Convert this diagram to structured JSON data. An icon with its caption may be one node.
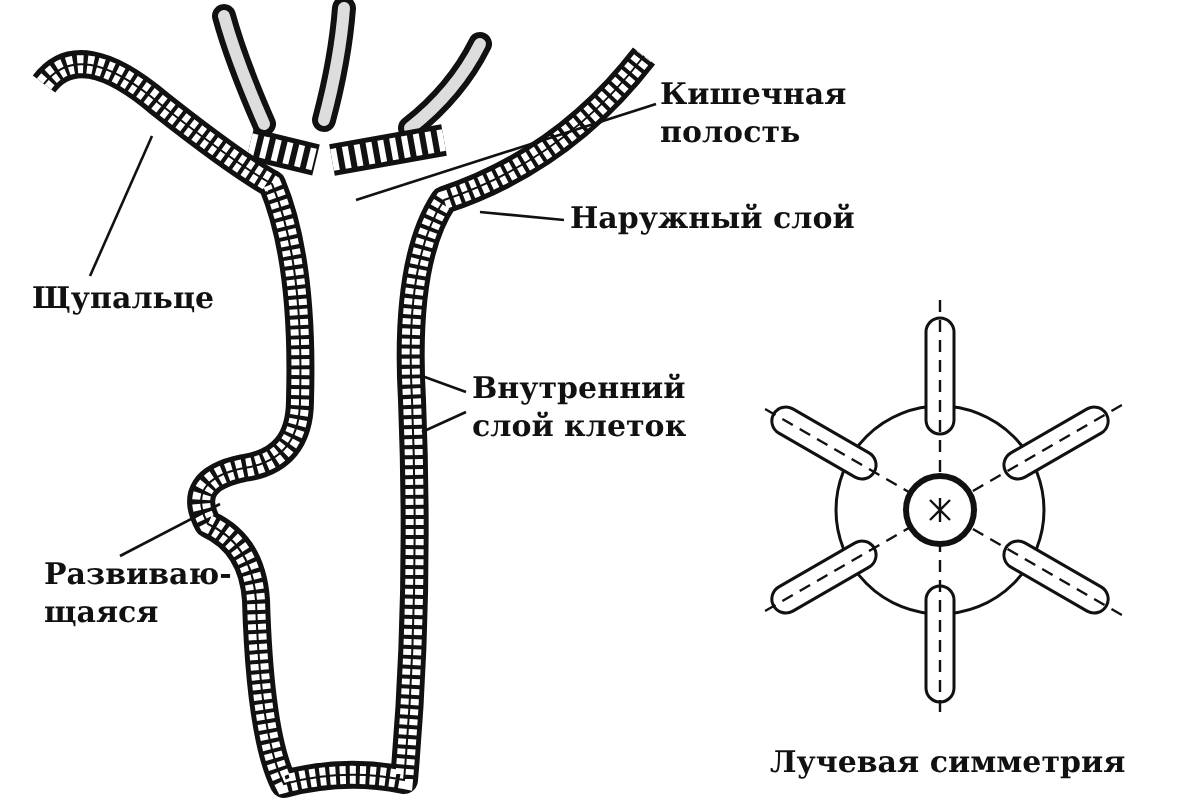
{
  "diagram": {
    "nodes": [
      {
        "text": [
          "Кишечная полость"
        ]
      },
      {
        "text": [
          "Наружный слой"
        ]
      },
      {
        "text": [
          "Щупальце"
        ]
      },
      {
        "text": [
          "Внутренний слой клеток"
        ]
      },
      {
        "text": [
          "Развиваю- щаяся"
        ]
      }
    ],
    "edges": [
      {
        "from": 0,
        "to": null,
        "arrow": "none"
      },
      {
        "from": 1,
        "to": null,
        "arrow": "none"
      },
      {
        "from": 2,
        "to": null,
        "arrow": "none"
      },
      {
        "from": 3,
        "to": null,
        "arrow": "none"
      },
      {
        "from": 3,
        "to": null,
        "arrow": "none"
      },
      {
        "from": 4,
        "to": null,
        "arrow": "none"
      }
    ],
    "labels": [
      "Лучевая симметрия"
    ]
  }
}
